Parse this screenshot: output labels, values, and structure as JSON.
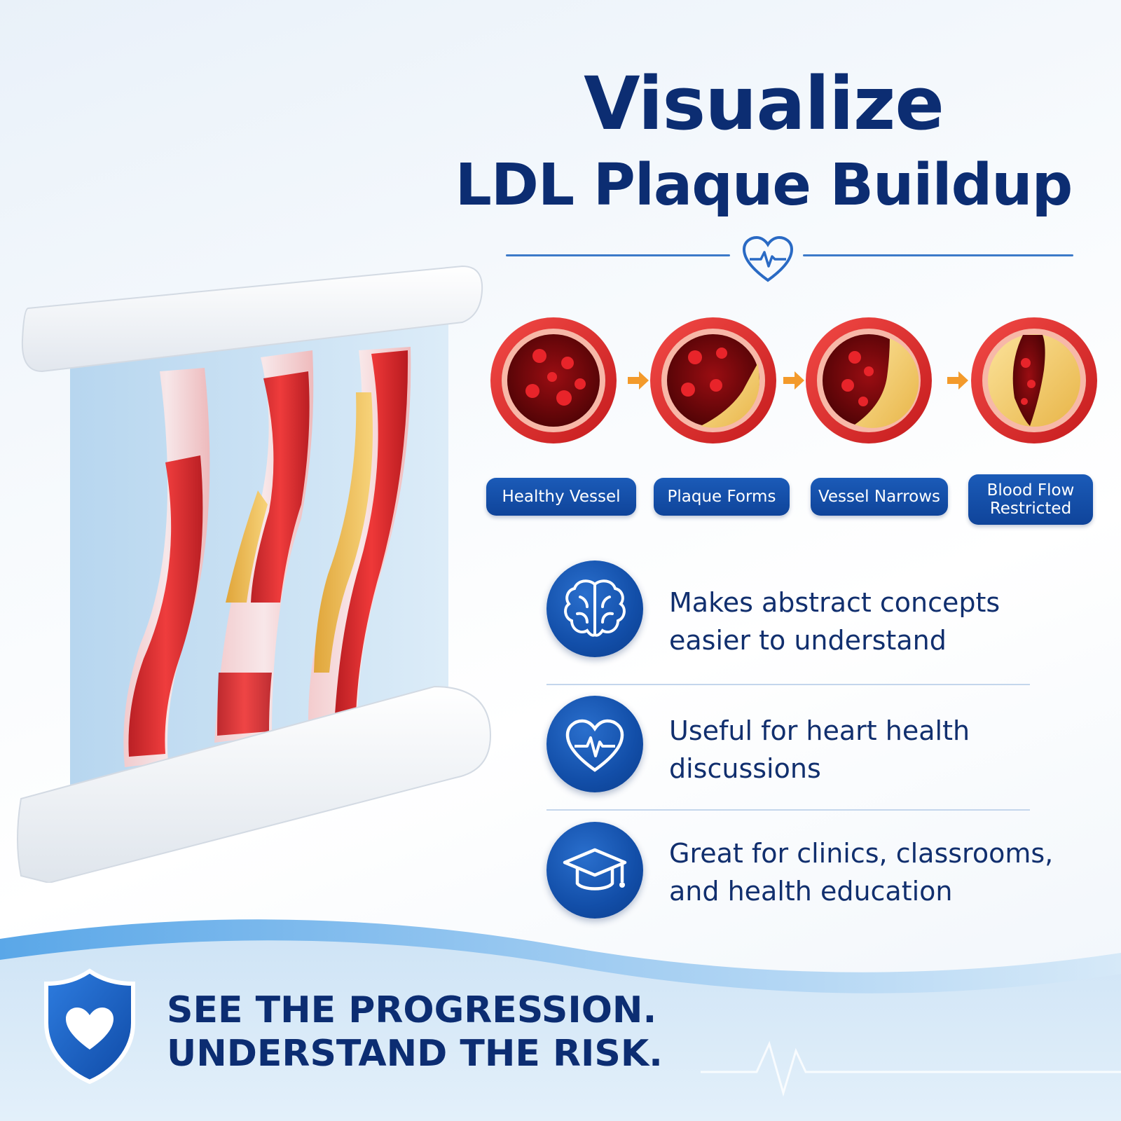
{
  "title": {
    "line1": "Visualize",
    "line2": "LDL Plaque Buildup"
  },
  "stages": [
    {
      "label": "Healthy Vessel"
    },
    {
      "label": "Plaque Forms"
    },
    {
      "label": "Vessel Narrows"
    },
    {
      "label": "Blood Flow\nRestricted"
    }
  ],
  "benefits": [
    {
      "icon": "brain-icon",
      "text": "Makes abstract concepts easier to understand"
    },
    {
      "icon": "heart-pulse-icon",
      "text": "Useful for heart health discussions"
    },
    {
      "icon": "graduation-cap-icon",
      "text": "Great for clinics, classrooms, and health education"
    }
  ],
  "footer": {
    "line1": "SEE THE PROGRESSION.",
    "line2": "UNDERSTAND THE RISK."
  },
  "colors": {
    "primary_navy": "#0c2d72",
    "accent_blue": "#1b5bb8",
    "blood_red": "#d8141c",
    "plaque_yellow": "#f2c14e",
    "arrow_orange": "#f39a2b"
  }
}
